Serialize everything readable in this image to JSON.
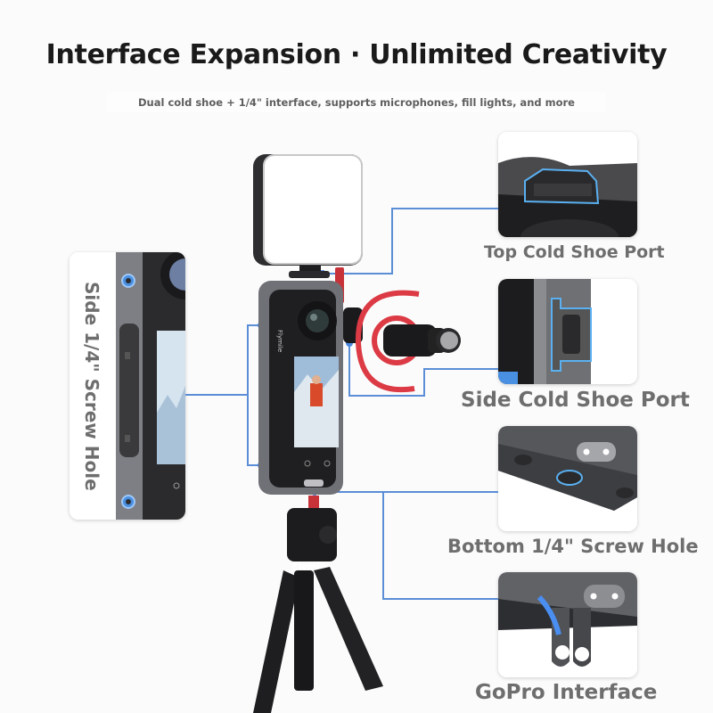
{
  "header": {
    "title": "Interface Expansion · Unlimited Creativity",
    "subtitle": "Dual cold shoe + 1/4\" interface, supports microphones, fill lights, and more"
  },
  "features": [
    {
      "id": "top-cold-shoe",
      "label": "Top Cold Shoe Port"
    },
    {
      "id": "side-cold-shoe",
      "label": "Side Cold Shoe Port"
    },
    {
      "id": "bottom-screw",
      "label": "Bottom 1/4\" Screw Hole"
    },
    {
      "id": "gopro",
      "label": "GoPro Interface"
    },
    {
      "id": "side-screw",
      "label": "Side 1/4\" Screw Hole"
    }
  ],
  "product": {
    "brand": "Flymile",
    "items": [
      "fill-light",
      "camera-cage",
      "action-camera",
      "microphone",
      "mini-tripod"
    ]
  },
  "colors": {
    "background": "#fbfbfb",
    "title": "#1a1a1a",
    "label": "#6e6e6e",
    "connector": "#5b8ed6",
    "accent_red": "#d8383c"
  }
}
